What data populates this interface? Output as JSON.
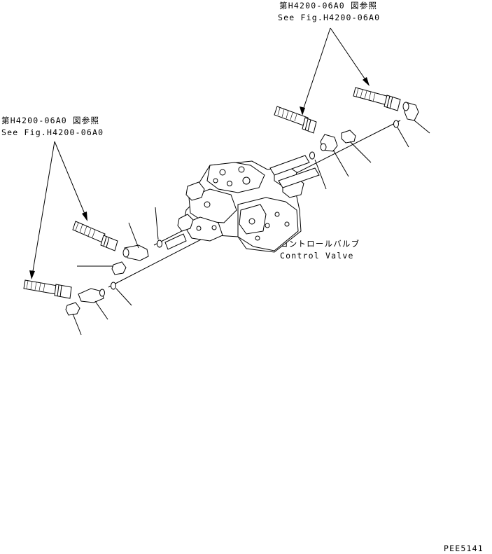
{
  "callouts": {
    "top_right": {
      "jp": "第H4200-06A0 図参照",
      "en": "See Fig.H4200-06A0"
    },
    "left": {
      "jp": "第H4200-06A0 図参照",
      "en": "See Fig.H4200-06A0"
    },
    "control_valve": {
      "jp": "コントロールバルブ",
      "en": "Control Valve"
    }
  },
  "drawing_code": "PEE5141",
  "icons": [
    "control-valve-icon",
    "hose-icon",
    "elbow-fitting-icon",
    "plug-icon",
    "o-ring-icon"
  ]
}
